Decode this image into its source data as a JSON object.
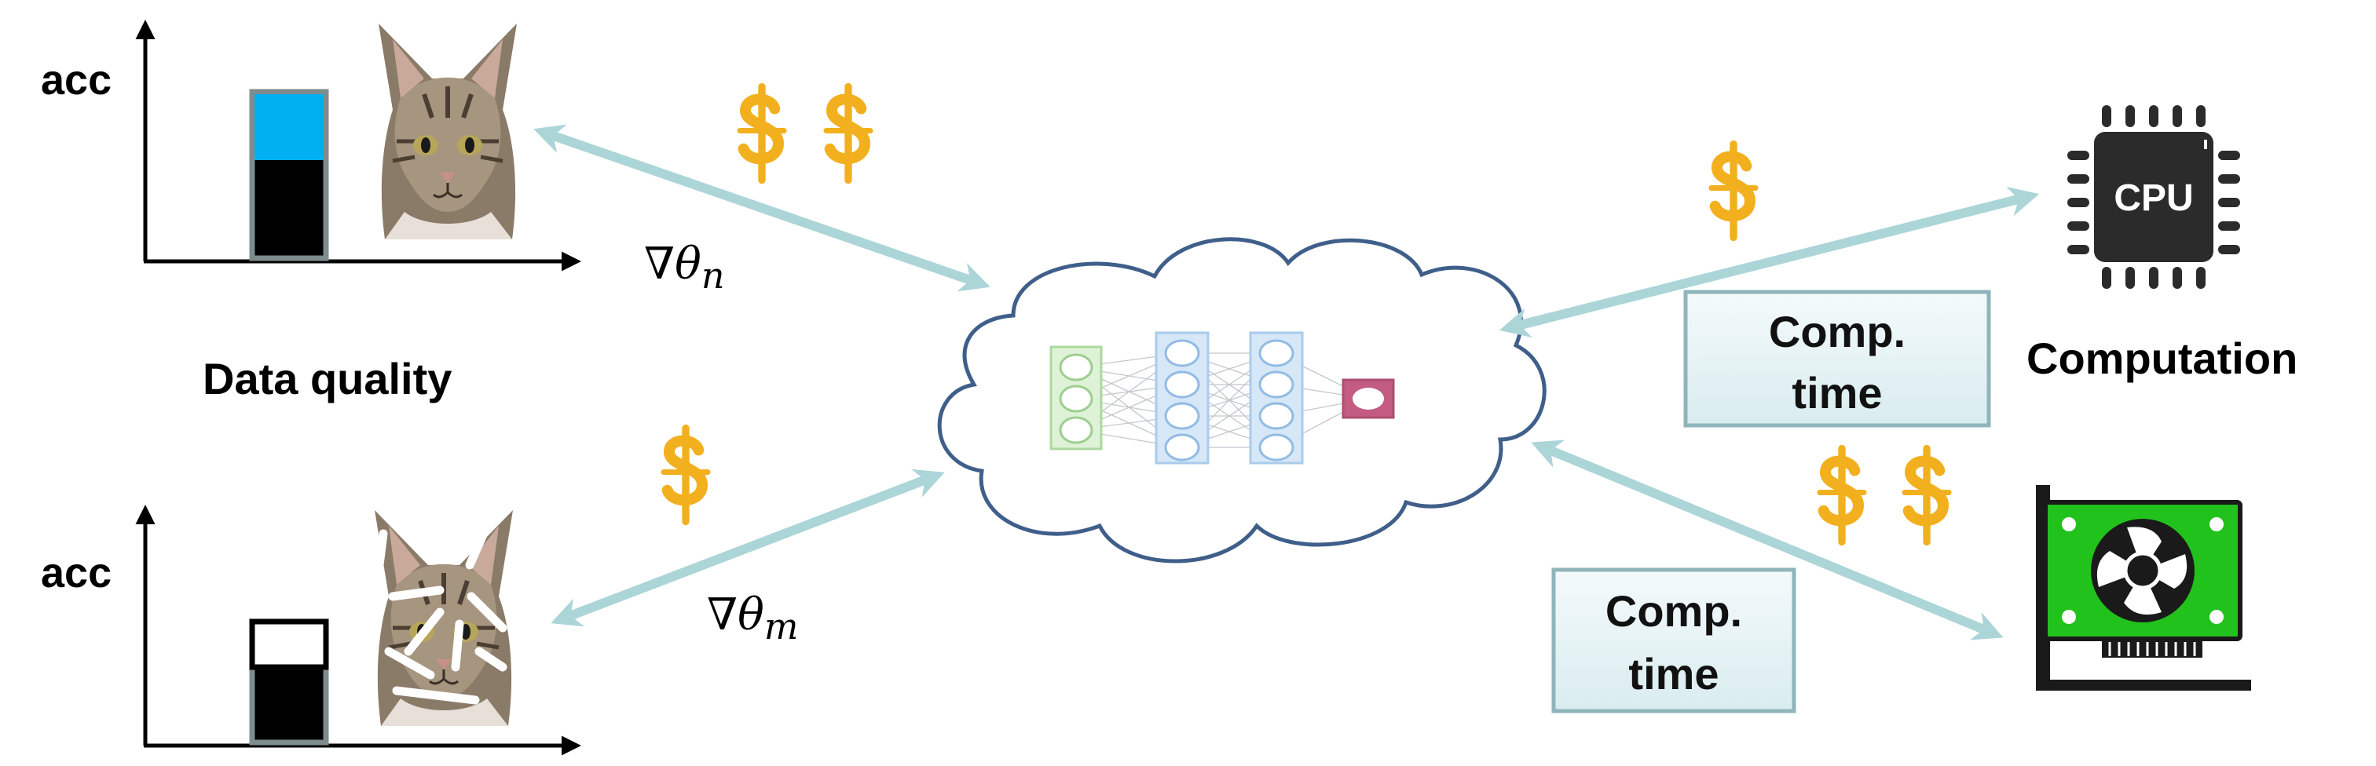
{
  "colors": {
    "arrow": "#acd5d8",
    "cloud_stroke": "#3f5f8a",
    "dollar": "#f2b01e",
    "high_acc": "#00b0f0",
    "low_fill": "#000000",
    "box_fill": "#e6f3f5",
    "box_stroke": "#8fb5bb",
    "gpu_green": "#21c21b"
  },
  "client_top": {
    "axis_label": "acc",
    "accuracy_level": 0.55,
    "gradient_label": "∇θn",
    "gradient_symbol": "∇θ",
    "gradient_subscript": "n",
    "payment_symbols": [
      "$",
      "$"
    ]
  },
  "client_bottom": {
    "axis_label": "acc",
    "accuracy_level": 0.0,
    "gradient_label": "∇θm",
    "gradient_symbol": "∇θ",
    "gradient_subscript": "m",
    "payment_symbols": [
      "$"
    ]
  },
  "data_quality_label": "Data quality",
  "server": {
    "icon": "cloud-icon",
    "model_icon": "neural-network-icon"
  },
  "device_cpu": {
    "icon": "cpu-icon",
    "chip_text": "CPU",
    "caption": "Computation",
    "comp_time_line1": "Comp.",
    "comp_time_line2": "time",
    "payment_symbols": [
      "$"
    ]
  },
  "device_gpu": {
    "icon": "gpu-card-icon",
    "comp_time_line1": "Comp.",
    "comp_time_line2": "time",
    "payment_symbols": [
      "$",
      "$"
    ]
  }
}
